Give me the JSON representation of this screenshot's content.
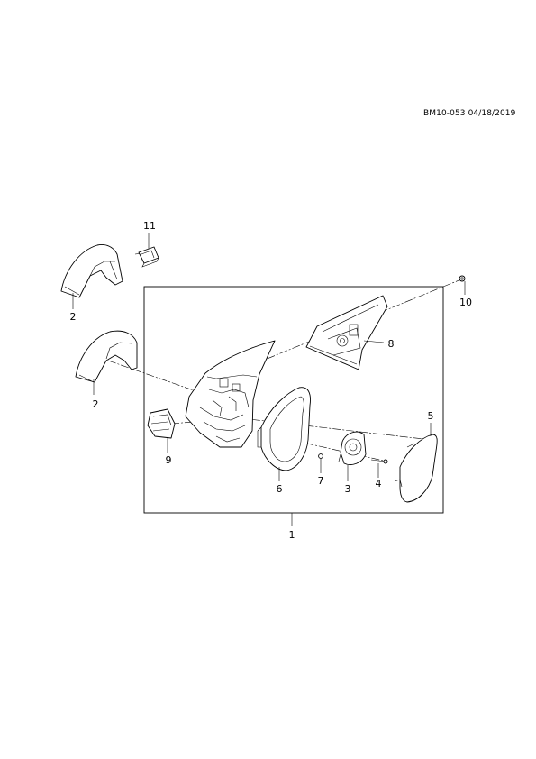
{
  "document": {
    "code": "BM10-053 04/18/2019"
  },
  "callouts": {
    "c1": "1",
    "c2a": "2",
    "c2b": "2",
    "c3": "3",
    "c4": "4",
    "c5": "5",
    "c6": "6",
    "c7": "7",
    "c8": "8",
    "c9": "9",
    "c10": "10",
    "c11": "11"
  }
}
